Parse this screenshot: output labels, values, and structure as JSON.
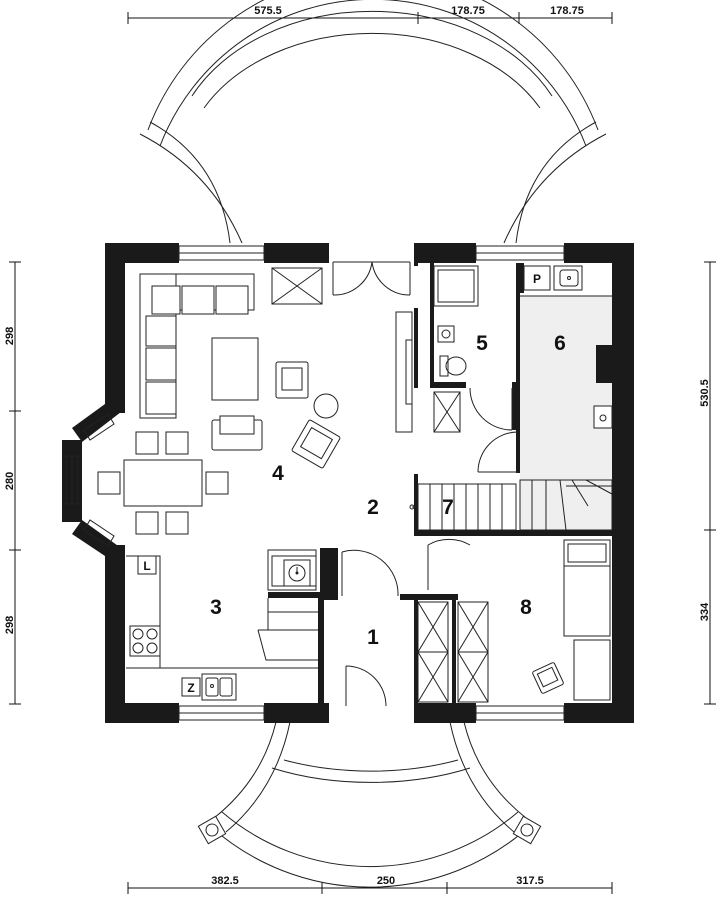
{
  "dimensions": {
    "top": [
      "575.5",
      "178.75",
      "178.75"
    ],
    "bottom": [
      "382.5",
      "250",
      "317.5"
    ],
    "left": [
      "298",
      "280",
      "298"
    ],
    "right": [
      "530.5",
      "334"
    ]
  },
  "rooms": [
    "1",
    "2",
    "3",
    "4",
    "5",
    "6",
    "7",
    "8"
  ],
  "fixtures": {
    "kitchen_mark": "L",
    "sink_mark": "Z",
    "boiler_mark": "P"
  },
  "colors": {
    "wall": "#1a1a1a",
    "room6_fill": "#efefef",
    "line": "#222222"
  }
}
